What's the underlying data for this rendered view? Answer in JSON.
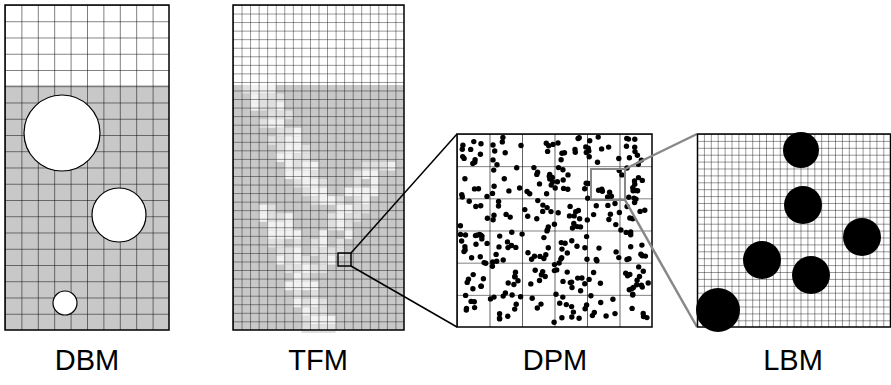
{
  "diagram": {
    "labels": [
      "DBM",
      "TFM",
      "DPM",
      "LBM"
    ]
  }
}
